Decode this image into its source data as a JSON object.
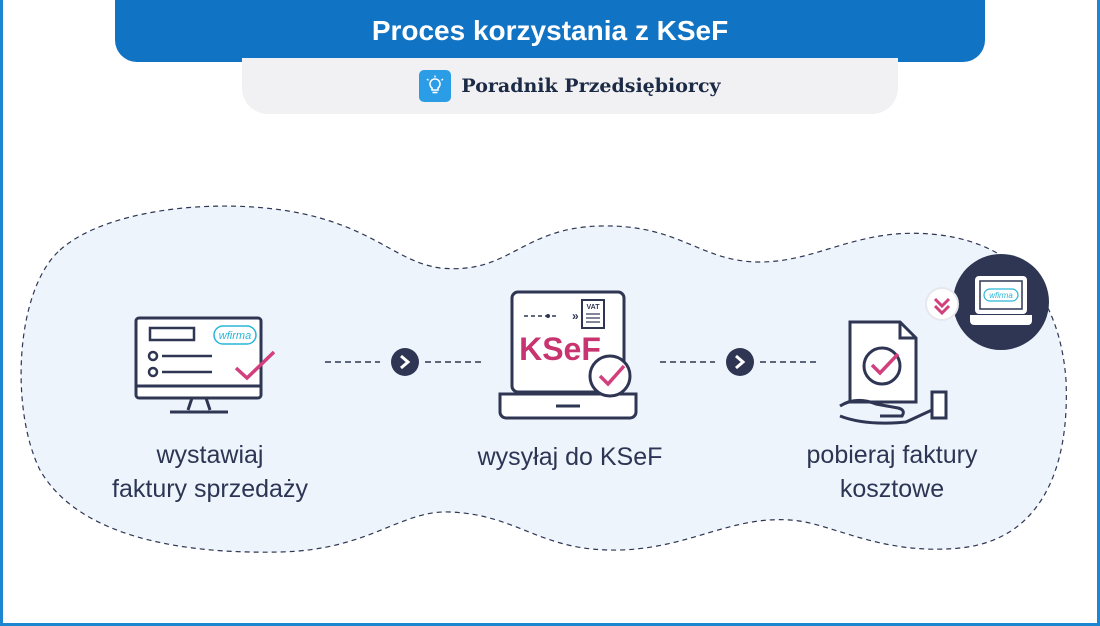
{
  "header": {
    "title": "Proces korzystania z KSeF"
  },
  "brand": {
    "name": "Poradnik Przedsiębiorcy",
    "icon": "lightbulb-icon"
  },
  "steps": [
    {
      "label_line1": "wystawiaj",
      "label_line2": "faktury sprzedaży",
      "icon": "monitor-invoice-icon",
      "logo": "wfirma"
    },
    {
      "label": "wysyłaj do KSeF",
      "icon": "laptop-ksef-icon",
      "screen_text": "KSeF",
      "doc_text": "VAT"
    },
    {
      "label_line1": "pobieraj faktury",
      "label_line2": "kosztowe",
      "icon": "hand-document-icon",
      "badge_logo": "wfirma"
    }
  ],
  "connectors": {
    "icon": "chevron-right-icon"
  },
  "colors": {
    "primary_blue": "#1073c4",
    "dark_navy": "#2e3653",
    "accent_pink": "#d23f7d",
    "bg_light": "#eef4fb"
  }
}
